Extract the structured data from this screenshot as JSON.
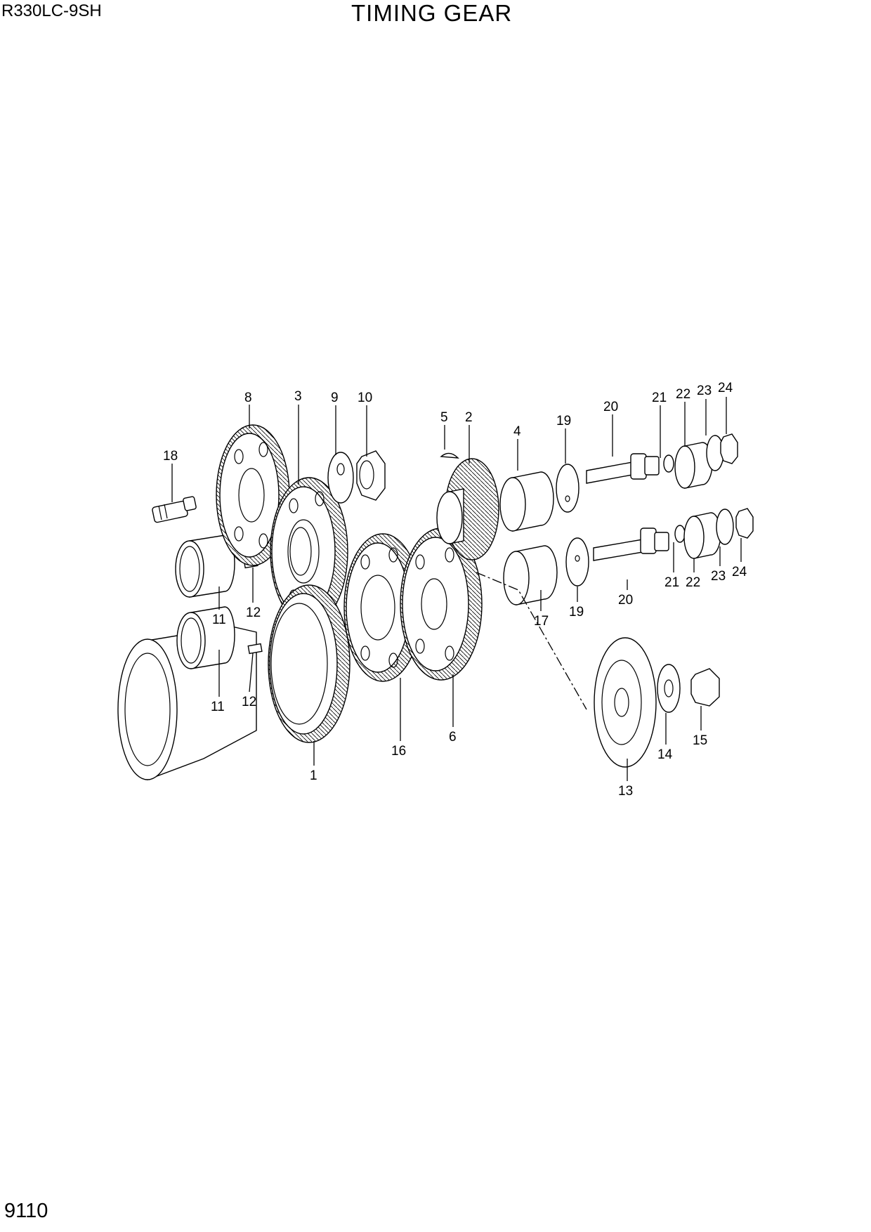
{
  "header": {
    "model": "R330LC-9SH",
    "title": "TIMING GEAR"
  },
  "footer": {
    "page_number": "9110"
  },
  "callouts": [
    "1",
    "2",
    "3",
    "4",
    "5",
    "6",
    "8",
    "9",
    "10",
    "11",
    "11",
    "12",
    "12",
    "13",
    "14",
    "15",
    "16",
    "17",
    "18",
    "19",
    "19",
    "20",
    "20",
    "21",
    "21",
    "22",
    "22",
    "23",
    "23",
    "24",
    "24"
  ]
}
